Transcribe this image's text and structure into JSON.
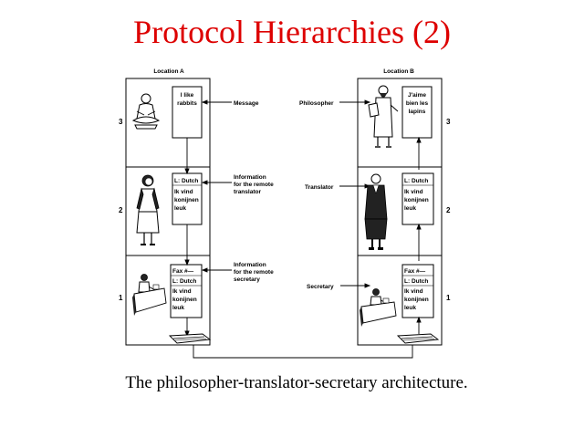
{
  "title": "Protocol Hierarchies (2)",
  "caption": "The philosopher-translator-secretary architecture.",
  "diagram": {
    "location_a": "Location A",
    "location_b": "Location B",
    "levels": [
      "3",
      "2",
      "1"
    ],
    "left_labels": {
      "message": "Message",
      "info_translator": [
        "Information",
        "for the remote",
        "translator"
      ],
      "info_secretary": [
        "Information",
        "for the remote",
        "secretary"
      ]
    },
    "right_labels": {
      "philosopher": "Philosopher",
      "translator": "Translator",
      "secretary": "Secretary"
    },
    "boxes_a": {
      "l3": [
        "I like",
        "rabbits"
      ],
      "l2": [
        "L: Dutch",
        "Ik vind",
        "konijnen",
        "leuk"
      ],
      "l1": [
        "Fax #—",
        "L: Dutch",
        "Ik vind",
        "konijnen",
        "leuk"
      ]
    },
    "boxes_b": {
      "l3": [
        "J'aime",
        "bien les",
        "lapins"
      ],
      "l2": [
        "L: Dutch",
        "Ik vind",
        "konijnen",
        "leuk"
      ],
      "l1": [
        "Fax #—",
        "L: Dutch",
        "Ik vind",
        "konijnen",
        "leuk"
      ]
    },
    "icons": {
      "philosopher_a": "meditating-philosopher-icon",
      "translator_a": "woman-translator-icon",
      "secretary_a": "secretary-at-desk-icon",
      "philosopher_b": "bearded-philosopher-icon",
      "translator_b": "man-translator-icon",
      "secretary_b": "secretary-at-desk-icon",
      "fax": "fax-machine-icon"
    }
  }
}
